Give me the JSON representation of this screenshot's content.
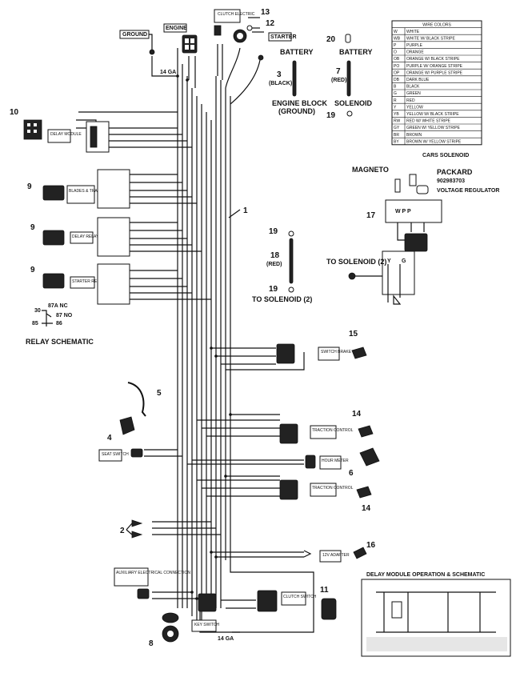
{
  "labels": {
    "ground": "GROUND",
    "engine": "ENGINE",
    "clutch_electric": "CLUTCH ELECTRIC",
    "starter": "STARTER",
    "battery_left": "BATTERY",
    "battery_right": "BATTERY",
    "black": "(BLACK)",
    "red": "(RED)",
    "engine_block": "ENGINE BLOCK",
    "engine_block_ground": "(GROUND)",
    "solenoid": "SOLENOID",
    "delay_module": "DELAY MODULE",
    "blades_traction_relay": "BLADES & TRACTION RELAY",
    "delay_relay": "DELAY RELAY",
    "starter_relay": "STARTER RELAY",
    "relay_schematic": "RELAY SCHEMATIC",
    "relay_87a": "87A NC",
    "relay_87": "87 NO",
    "relay_30": "30",
    "relay_85": "85",
    "relay_86": "86",
    "magneto": "MAGNETO",
    "cars_solenoid": "CARS SOLENOID",
    "packard": "PACKARD",
    "packard_pn": "902983703",
    "voltage_regulator": "VOLTAGE REGULATOR",
    "to_solenoid_2a": "TO SOLENOID (2)",
    "to_solenoid_2b": "TO SOLENOID (2)",
    "switch_brake": "SWITCH BRAKE",
    "traction_control_1": "TRACTION CONTROL",
    "traction_control_2": "TRACTION CONTROL",
    "hour_meter": "HOUR METER",
    "seat_switch": "SEAT SWITCH",
    "adapter_12v": "12V ADAPTER",
    "auxiliary": "AUXILIARY ELECTRICAL CONNECTION",
    "key_switch": "KEY SWITCH",
    "clutch_switch": "CLUTCH SWITCH",
    "delay_module_title": "DELAY MODULE OPERATION & SCHEMATIC",
    "gauge_14ga_top": "14 GA",
    "gauge_14ga_bottom": "14 GA",
    "wire_letters": "W P P",
    "y": "Y",
    "g": "G"
  },
  "part_numbers": {
    "n1": "1",
    "n2": "2",
    "n3": "3",
    "n4": "4",
    "n5": "5",
    "n6": "6",
    "n7": "7",
    "n8": "8",
    "n9a": "9",
    "n9b": "9",
    "n9c": "9",
    "n10": "10",
    "n11": "11",
    "n12": "12",
    "n13": "13",
    "n14a": "14",
    "n14b": "14",
    "n15": "15",
    "n16": "16",
    "n17": "17",
    "n18": "18",
    "n19a": "19",
    "n19b": "19",
    "n19c": "19",
    "n20": "20"
  },
  "wire_colors": {
    "title": "WIRE COLORS",
    "rows": [
      {
        "code": "W",
        "name": "WHITE"
      },
      {
        "code": "WB",
        "name": "WHITE W/ BLACK STRIPE"
      },
      {
        "code": "P",
        "name": "PURPLE"
      },
      {
        "code": "O",
        "name": "ORANGE"
      },
      {
        "code": "OB",
        "name": "ORANGE W/ BLACK STRIPE"
      },
      {
        "code": "PO",
        "name": "PURPLE W/ ORANGE STRIPE"
      },
      {
        "code": "OP",
        "name": "ORANGE W/ PURPLE STRIPE"
      },
      {
        "code": "DB",
        "name": "DARK BLUE"
      },
      {
        "code": "B",
        "name": "BLACK"
      },
      {
        "code": "G",
        "name": "GREEN"
      },
      {
        "code": "R",
        "name": "RED"
      },
      {
        "code": "Y",
        "name": "YELLOW"
      },
      {
        "code": "YB",
        "name": "YELLOW W/ BLACK STRIPE"
      },
      {
        "code": "RW",
        "name": "RED W/ WHITE STRIPE"
      },
      {
        "code": "GY",
        "name": "GREEN W/ YELLOW STRIPE"
      },
      {
        "code": "BR",
        "name": "BROWN"
      },
      {
        "code": "BY",
        "name": "BROWN W/ YELLOW STRIPE"
      }
    ]
  }
}
